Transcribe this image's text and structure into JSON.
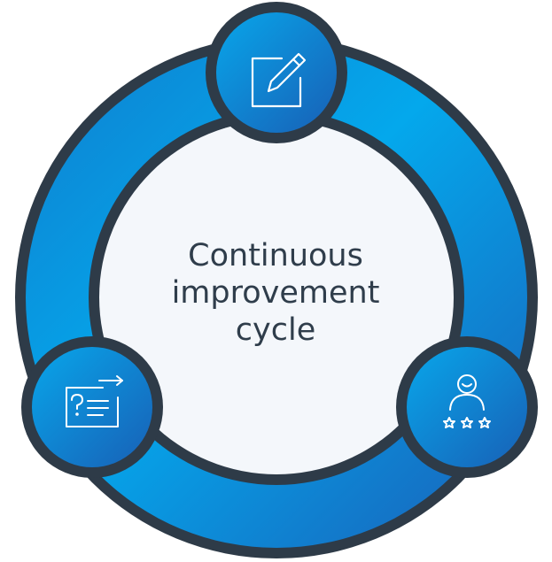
{
  "center": {
    "lines": [
      "Continuous",
      "improvement",
      "cycle"
    ]
  },
  "nodes": [
    {
      "id": "top",
      "icon": "edit-document-icon"
    },
    {
      "id": "right",
      "icon": "rated-person-icon"
    },
    {
      "id": "left",
      "icon": "question-list-icon"
    }
  ],
  "colors": {
    "ring_light": "#04a8ec",
    "ring_dark": "#1a5fb8",
    "outline": "#2e3b48",
    "center_fill": "#f4f7fb",
    "text": "#2f3d4b",
    "icon_stroke": "#ffffff"
  }
}
